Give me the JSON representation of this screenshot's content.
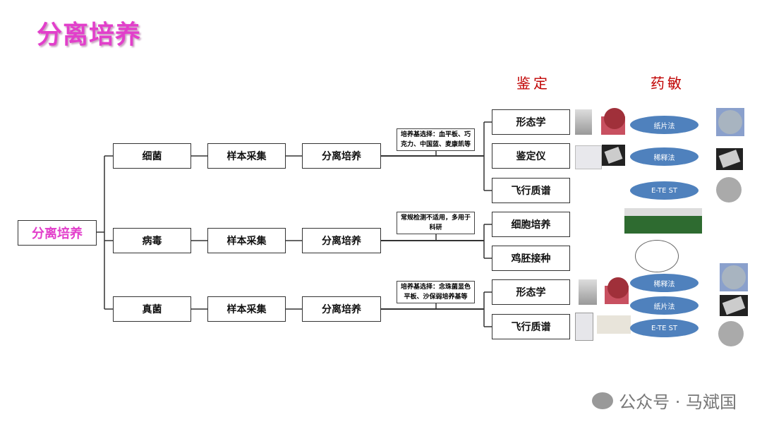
{
  "title": "分离培养",
  "root": "分离培养",
  "headers": {
    "identify": "鉴定",
    "susceptibility": "药敏"
  },
  "branches": [
    {
      "type": "细菌",
      "sample": "样本采集",
      "culture": "分离培养",
      "note": "培养基选择：血平板、巧克力、中国蓝、麦康凯等",
      "methods": [
        "形态学",
        "鉴定仪",
        "飞行质谱"
      ]
    },
    {
      "type": "病毒",
      "sample": "样本采集",
      "culture": "分离培养",
      "note": "常规检测不适用，多用于科研",
      "methods": [
        "细胞培养",
        "鸡胚接种"
      ]
    },
    {
      "type": "真菌",
      "sample": "样本采集",
      "culture": "分离培养",
      "note": "培养基选择：念珠菌显色平板、沙保弱培养基等",
      "methods": [
        "形态学",
        "飞行质谱"
      ]
    }
  ],
  "ast": {
    "bacteria": [
      "纸片法",
      "稀释法",
      "E-TE ST"
    ],
    "fungi": [
      "稀释法",
      "纸片法",
      "E-TE ST"
    ]
  },
  "watermark": "公众号 · 马斌国",
  "colors": {
    "title": "#e23fcb",
    "header": "#c00000",
    "ellipse": "#4f81bd"
  }
}
